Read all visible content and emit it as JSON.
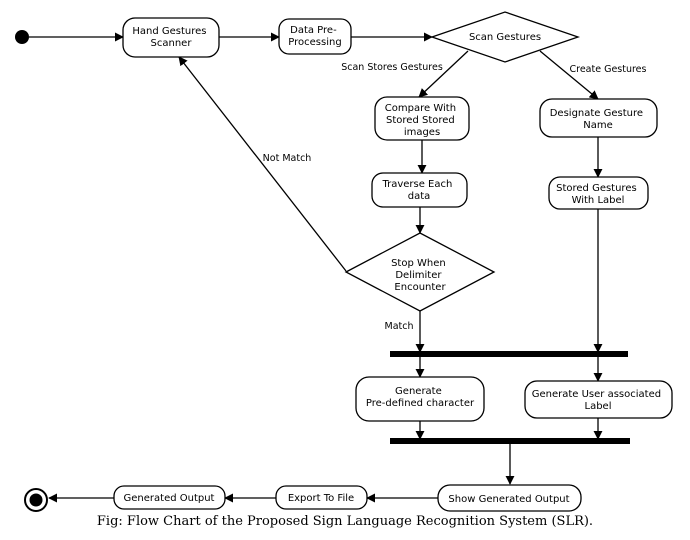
{
  "nodes": {
    "hand_gestures_scanner": [
      "Hand Gestures",
      "Scanner"
    ],
    "data_preprocessing": [
      "Data Pre-",
      "Processing"
    ],
    "scan_gestures": [
      "Scan Gestures"
    ],
    "compare_stored": [
      "Compare With",
      "Stored Stored",
      "images"
    ],
    "designate_name": [
      "Designate Gesture",
      "Name"
    ],
    "traverse_data": [
      "Traverse Each",
      "data"
    ],
    "stored_with_label": [
      "Stored Gestures",
      "With Label"
    ],
    "stop_delimiter": [
      "Stop When",
      "Delimiter",
      "Encounter"
    ],
    "generate_predefined": [
      "Generate",
      "Pre-defined character"
    ],
    "generate_user_label": [
      "Generate User associated",
      "Label"
    ],
    "show_output": [
      "Show Generated Output"
    ],
    "export_file": [
      "Export To File"
    ],
    "generated_output": [
      "Generated Output"
    ]
  },
  "edges": {
    "scan_stores": "Scan Stores Gestures",
    "create_gestures": "Create Gestures",
    "not_match": "Not Match",
    "match": "Match"
  },
  "caption": "Fig: Flow Chart of the Proposed Sign Language Recognition System (SLR)."
}
